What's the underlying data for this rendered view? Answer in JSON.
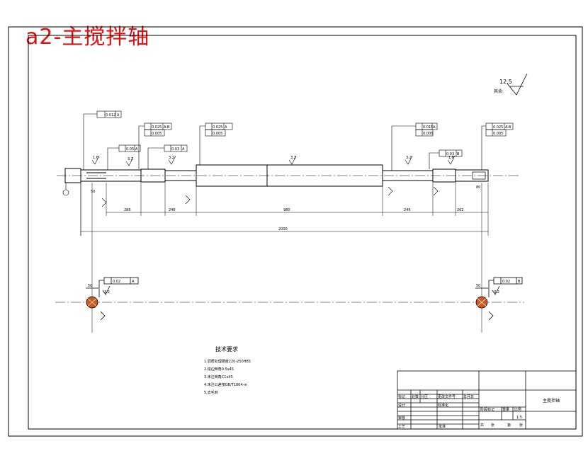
{
  "title": "a2-主搅拌轴",
  "roughness": {
    "value": "12.5",
    "note": "其余:"
  },
  "tolerances": {
    "runout_main": "0.012",
    "ref_a": "A",
    "ref_ab": "A-B",
    "ref_b": "B",
    "val_0025": "0.025",
    "val_0015": "0.015",
    "val_0005": "0.005",
    "val_002": "0.02",
    "val_005": "0.05",
    "val_003": "0.03"
  },
  "dimensions": {
    "d1": "286",
    "d2": "246",
    "d3": "980",
    "d4": "246",
    "d5": "262",
    "total": "2000",
    "key_left": "50",
    "key_right": "80",
    "sec_left": "50",
    "sec_right": "50",
    "small_a": "1.6",
    "small_b": "3.2",
    "small_c": "3.2",
    "small_d": "1.6",
    "bottom_ra": "3.2",
    "bottom_rb": "3.2"
  },
  "tech": {
    "heading": "技术要求",
    "items": [
      "1.调质处理硬度220-250HBS",
      "2.锐边倒角0.5x45",
      "3.未注倒角C1x45",
      "4.未注公差按GB/T1804-m",
      "5.去毛刺"
    ]
  },
  "title_block": {
    "part_name": "主搅拌轴",
    "cells": {
      "mark": "标记",
      "count": "处数",
      "zone": "分区",
      "change": "更改文件号",
      "sign": "签名",
      "date": "年月日",
      "design": "设计",
      "standard": "标准化",
      "stage": "阶段标记",
      "weight": "重量",
      "scale": "比例",
      "scale_value": "1:5",
      "review": "审核",
      "process": "工艺",
      "approve": "批准",
      "total": "共",
      "sheet": "张",
      "page": "第",
      "page_unit": "张"
    }
  }
}
